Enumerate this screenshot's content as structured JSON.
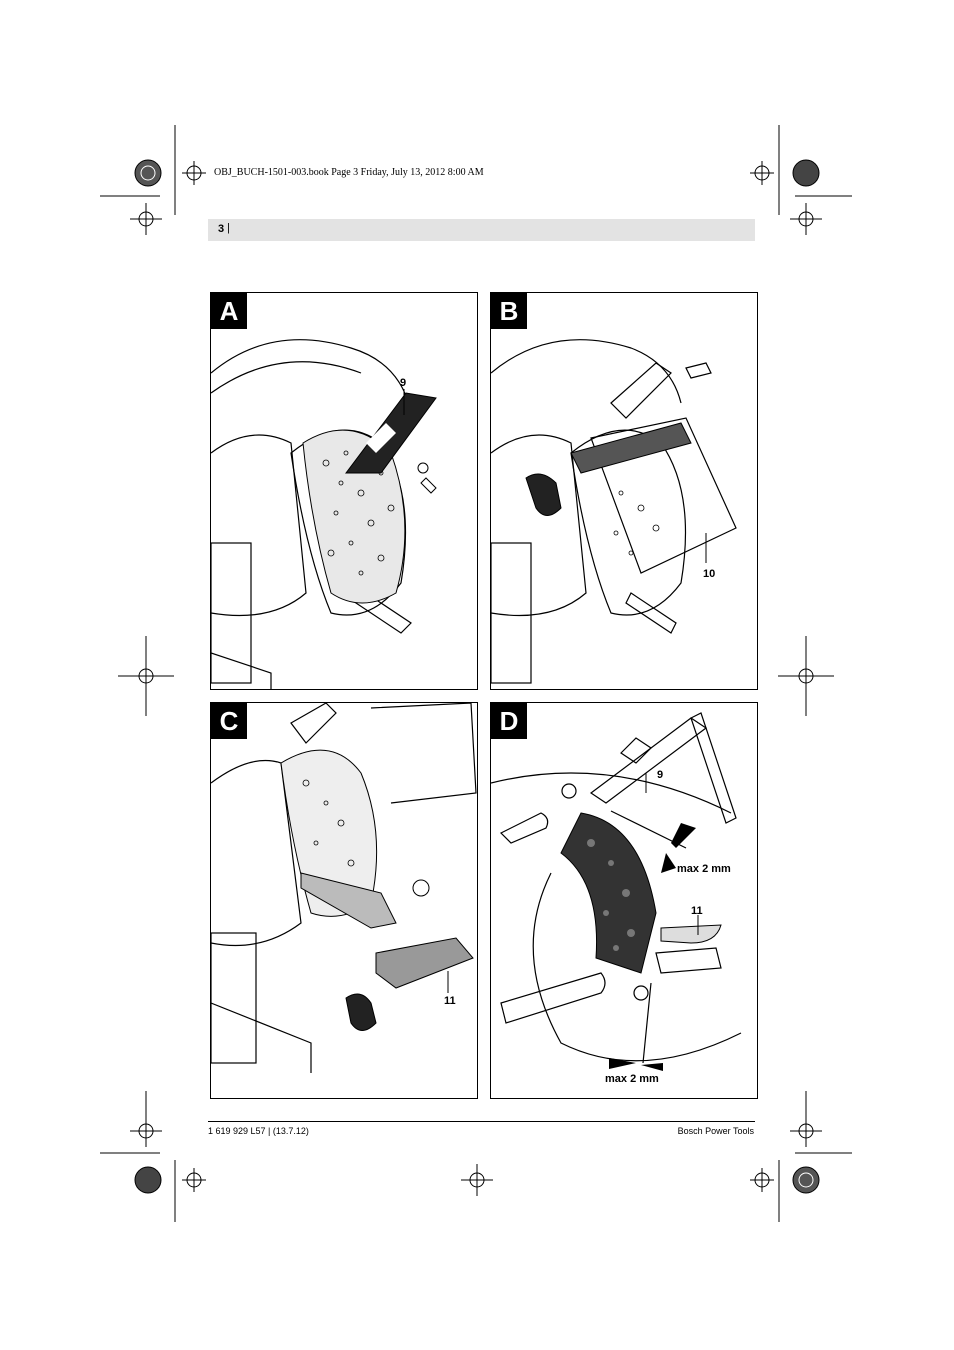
{
  "header": {
    "file_info": "OBJ_BUCH-1501-003.book  Page 3  Friday, July 13, 2012  8:00 AM",
    "page_number": "3",
    "separator": "|"
  },
  "panels": {
    "a": {
      "letter": "A",
      "callouts": [
        "9"
      ]
    },
    "b": {
      "letter": "B",
      "callouts": [
        "10"
      ]
    },
    "c": {
      "letter": "C",
      "callouts": [
        "11"
      ]
    },
    "d": {
      "letter": "D",
      "callouts": [
        "9",
        "max 2 mm",
        "11",
        "max 2 mm"
      ]
    }
  },
  "footer": {
    "left": "1 619 929 L57 | (13.7.12)",
    "right": "Bosch Power Tools"
  },
  "colors": {
    "page_bar": "#e3e3e3",
    "ink": "#000000"
  }
}
